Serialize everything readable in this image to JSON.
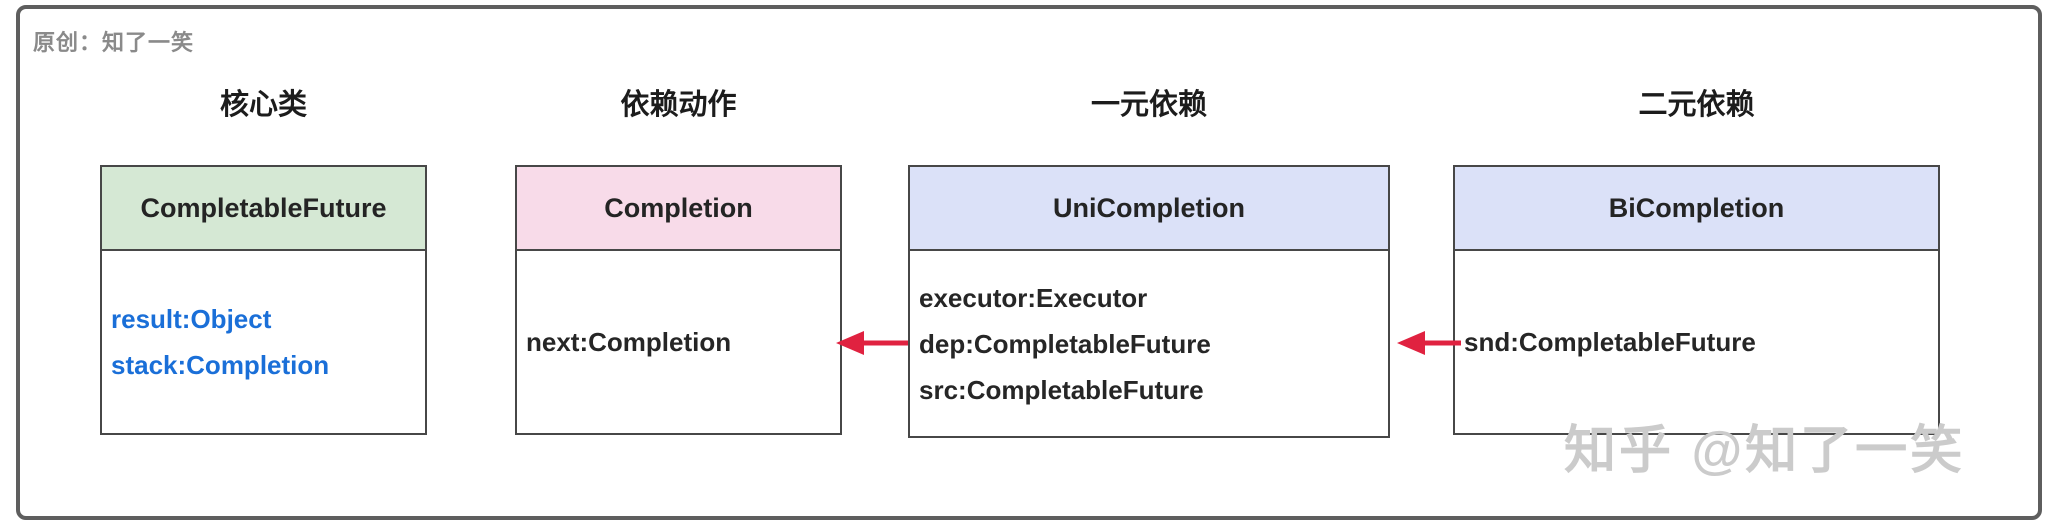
{
  "attribution": "原创：知了一笑",
  "watermark": "知乎 @知了一笑",
  "colors": {
    "background": "#ffffff",
    "frame_border": "#5e5e5e",
    "box_border": "#474747",
    "heading_text": "#1c1c1c",
    "header_green": "#d5e8d4",
    "header_pink": "#f8dbe9",
    "header_lavender": "#dbe1f8",
    "field_blue": "#1a6fd8",
    "field_dark": "#262626",
    "arrow_red": "#e02240",
    "attribution_gray": "#8a8a8a",
    "watermark_gray": "#cbcbcb"
  },
  "diagram": {
    "columns": [
      {
        "heading": "核心类",
        "class_name": "CompletableFuture",
        "header_style": "green",
        "fields": [
          {
            "text": "result:Object",
            "color": "blue"
          },
          {
            "text": "stack:Completion",
            "color": "blue"
          }
        ]
      },
      {
        "heading": "依赖动作",
        "class_name": "Completion",
        "header_style": "pink",
        "fields": [
          {
            "text": "next:Completion",
            "color": "dark"
          }
        ]
      },
      {
        "heading": "一元依赖",
        "class_name": "UniCompletion",
        "header_style": "lavender",
        "fields": [
          {
            "text": "executor:Executor",
            "color": "dark"
          },
          {
            "text": "dep:CompletableFuture",
            "color": "dark"
          },
          {
            "text": "src:CompletableFuture",
            "color": "dark"
          }
        ]
      },
      {
        "heading": "二元依赖",
        "class_name": "BiCompletion",
        "header_style": "lavender",
        "fields": [
          {
            "text": "snd:CompletableFuture",
            "color": "dark"
          }
        ]
      }
    ],
    "arrows": [
      {
        "from": "UniCompletion",
        "to": "Completion"
      },
      {
        "from": "BiCompletion",
        "to": "UniCompletion"
      }
    ]
  }
}
